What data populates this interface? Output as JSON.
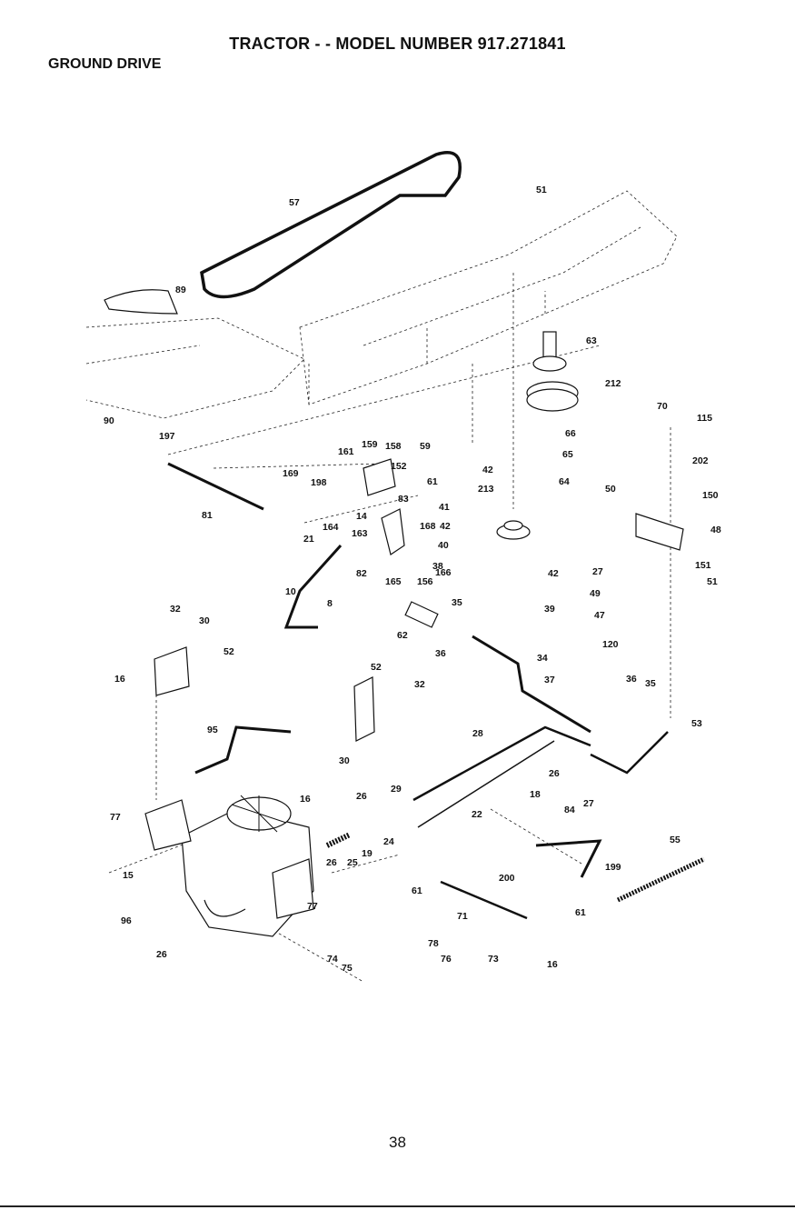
{
  "header": {
    "title": "TRACTOR - - MODEL NUMBER 917.271841",
    "section": "GROUND DRIVE"
  },
  "footer": {
    "page_number": "38"
  },
  "callouts": [
    "57",
    "51",
    "89",
    "63",
    "212",
    "70",
    "115",
    "90",
    "197",
    "161",
    "159",
    "158",
    "169",
    "152",
    "198",
    "59",
    "66",
    "65",
    "61",
    "42",
    "64",
    "213",
    "202",
    "83",
    "50",
    "150",
    "81",
    "164",
    "14",
    "41",
    "48",
    "168",
    "163",
    "42",
    "21",
    "40",
    "151",
    "10",
    "51",
    "82",
    "165",
    "156",
    "166",
    "38",
    "42",
    "27",
    "49",
    "8",
    "47",
    "35",
    "39",
    "32",
    "30",
    "62",
    "120",
    "36",
    "52",
    "34",
    "16",
    "52",
    "37",
    "32",
    "36",
    "35",
    "53",
    "95",
    "28",
    "30",
    "26",
    "29",
    "26",
    "18",
    "27",
    "16",
    "84",
    "77",
    "55",
    "22",
    "24",
    "19",
    "26",
    "25",
    "199",
    "15",
    "200",
    "61",
    "96",
    "71",
    "61",
    "77",
    "78",
    "26",
    "74",
    "75",
    "76",
    "73",
    "16"
  ]
}
